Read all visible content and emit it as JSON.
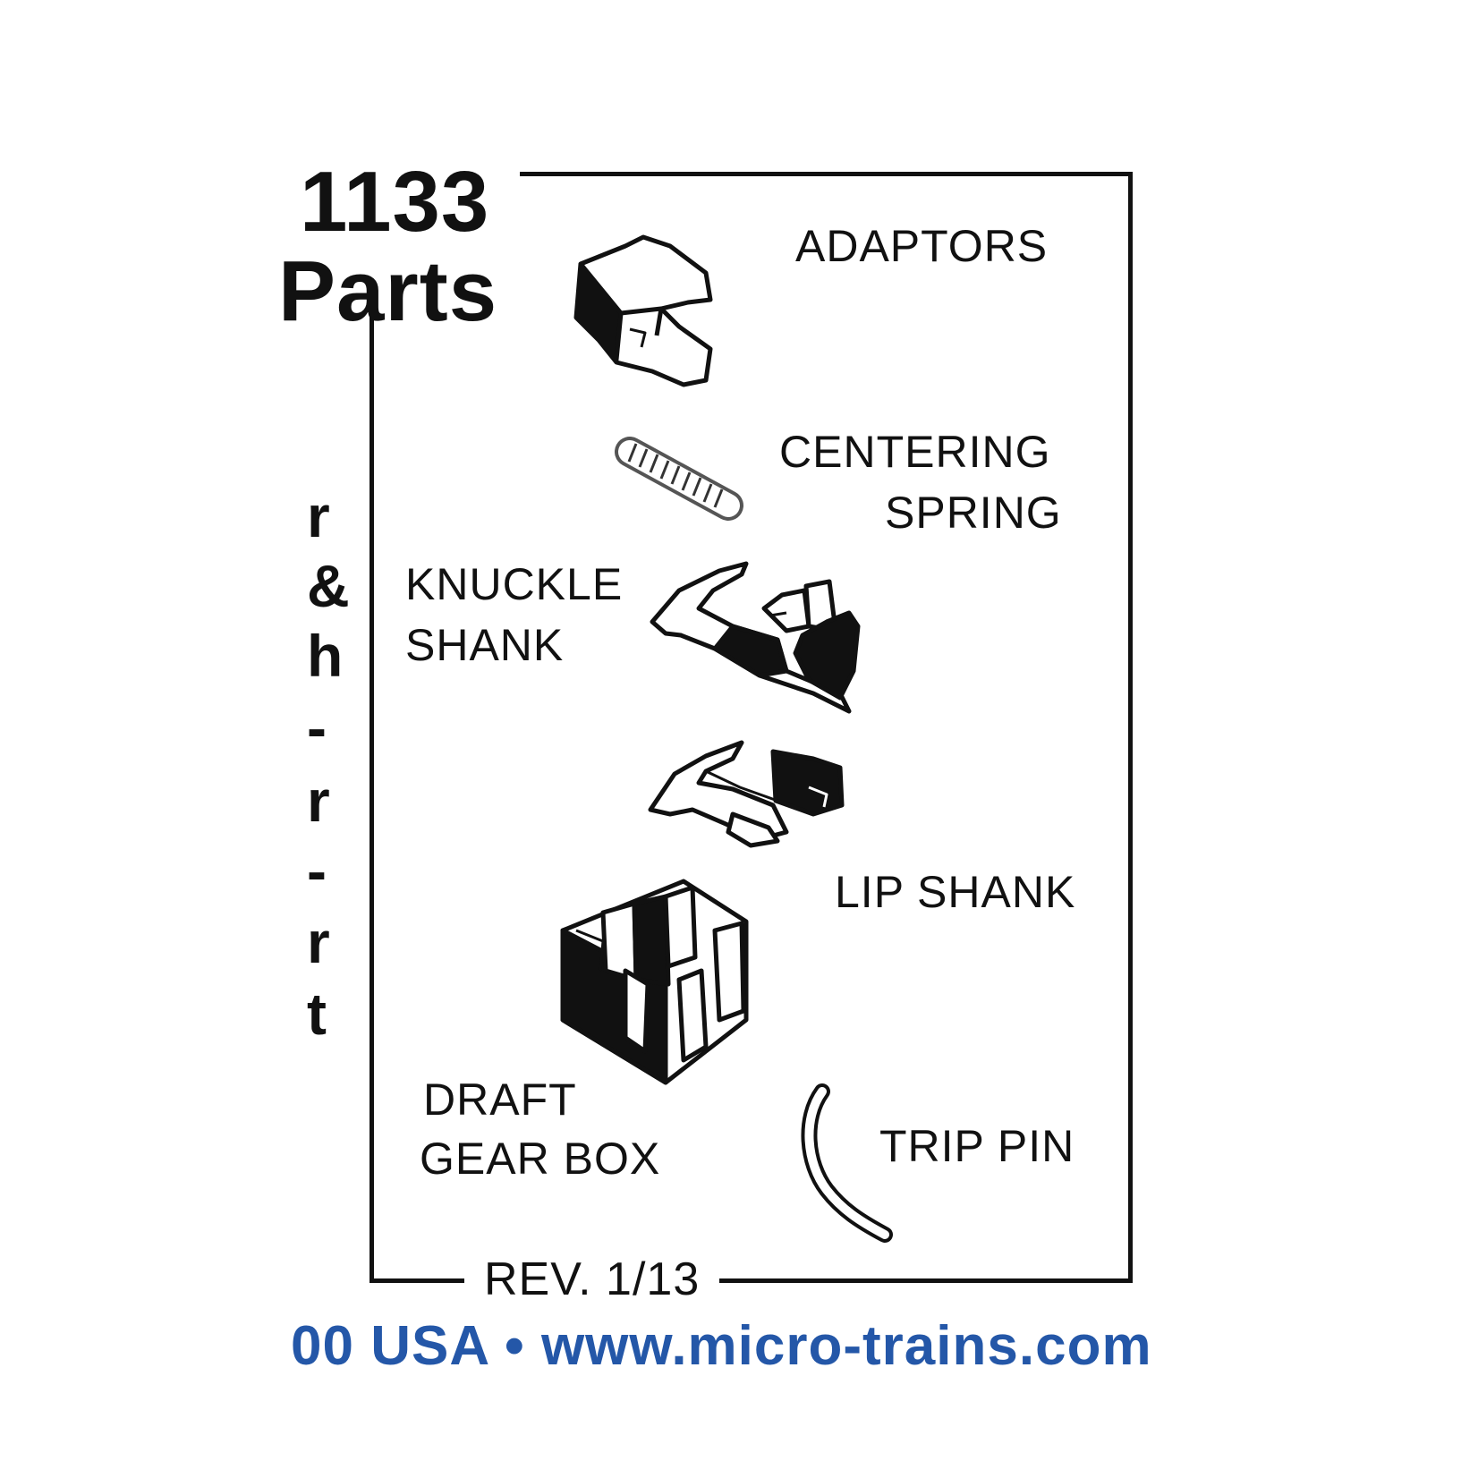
{
  "header": {
    "number": "1133",
    "word": "Parts"
  },
  "side_fragments": [
    "r",
    "&",
    "h",
    "-",
    "r",
    "-",
    "r",
    "t"
  ],
  "labels": {
    "adaptors": "ADAPTORS",
    "centering_line1": "CENTERING",
    "centering_line2": "SPRING",
    "knuckle_line1": "KNUCKLE",
    "knuckle_line2": "SHANK",
    "lip_shank": "LIP SHANK",
    "draft_line1": "DRAFT",
    "draft_line2": "GEAR BOX",
    "trip_pin": "TRIP PIN"
  },
  "revision": "REV. 1/13",
  "footer": {
    "text": "00 USA • www.micro-trains.com",
    "color": "#2457a8"
  },
  "parts": [
    {
      "name": "adaptors-drawing"
    },
    {
      "name": "centering-spring-drawing"
    },
    {
      "name": "knuckle-shank-drawing"
    },
    {
      "name": "lip-shank-drawing"
    },
    {
      "name": "draft-gear-box-drawing"
    },
    {
      "name": "trip-pin-drawing"
    }
  ]
}
